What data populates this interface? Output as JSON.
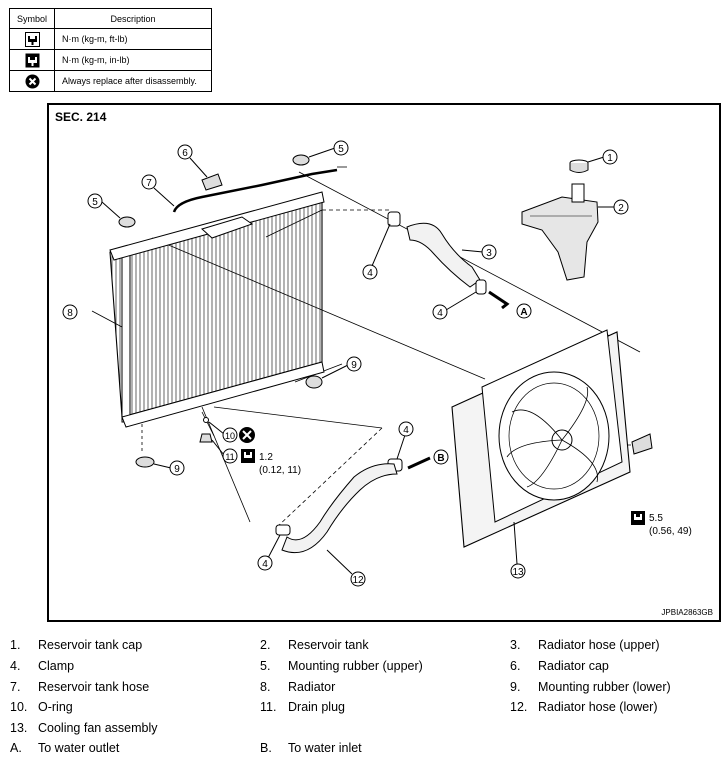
{
  "symbol_table": {
    "headers": {
      "symbol": "Symbol",
      "description": "Description"
    },
    "rows": [
      {
        "icon": "torque-wrench-icon",
        "text": "N·m (kg-m, ft-lb)"
      },
      {
        "icon": "torque-wrench-small-icon",
        "text": "N·m (kg-m, in-lb)"
      },
      {
        "icon": "always-replace-icon",
        "text": "Always replace after disassembly."
      }
    ]
  },
  "diagram": {
    "section": "SEC. 214",
    "ref_code": "JPBIA2863GB",
    "callouts": [
      "1",
      "2",
      "3",
      "4",
      "4",
      "4",
      "4",
      "5",
      "5",
      "6",
      "7",
      "8",
      "9",
      "9",
      "10",
      "11",
      "12",
      "13"
    ],
    "arrow_labels": [
      "A",
      "B"
    ],
    "torque": [
      {
        "value": "1.2",
        "detail": "(0.12, 11)"
      },
      {
        "value": "5.5",
        "detail": "(0.56, 49)"
      }
    ]
  },
  "parts": [
    {
      "num": "1.",
      "label": "Reservoir tank cap"
    },
    {
      "num": "2.",
      "label": "Reservoir tank"
    },
    {
      "num": "3.",
      "label": "Radiator hose (upper)"
    },
    {
      "num": "4.",
      "label": "Clamp"
    },
    {
      "num": "5.",
      "label": "Mounting rubber (upper)"
    },
    {
      "num": "6.",
      "label": "Radiator cap"
    },
    {
      "num": "7.",
      "label": "Reservoir tank hose"
    },
    {
      "num": "8.",
      "label": "Radiator"
    },
    {
      "num": "9.",
      "label": "Mounting rubber (lower)"
    },
    {
      "num": "10.",
      "label": "O-ring"
    },
    {
      "num": "11.",
      "label": "Drain plug"
    },
    {
      "num": "12.",
      "label": "Radiator hose (lower)"
    },
    {
      "num": "13.",
      "label": "Cooling fan assembly"
    },
    {
      "num": "A.",
      "label": "To water outlet"
    },
    {
      "num": "B.",
      "label": "To water inlet"
    }
  ]
}
